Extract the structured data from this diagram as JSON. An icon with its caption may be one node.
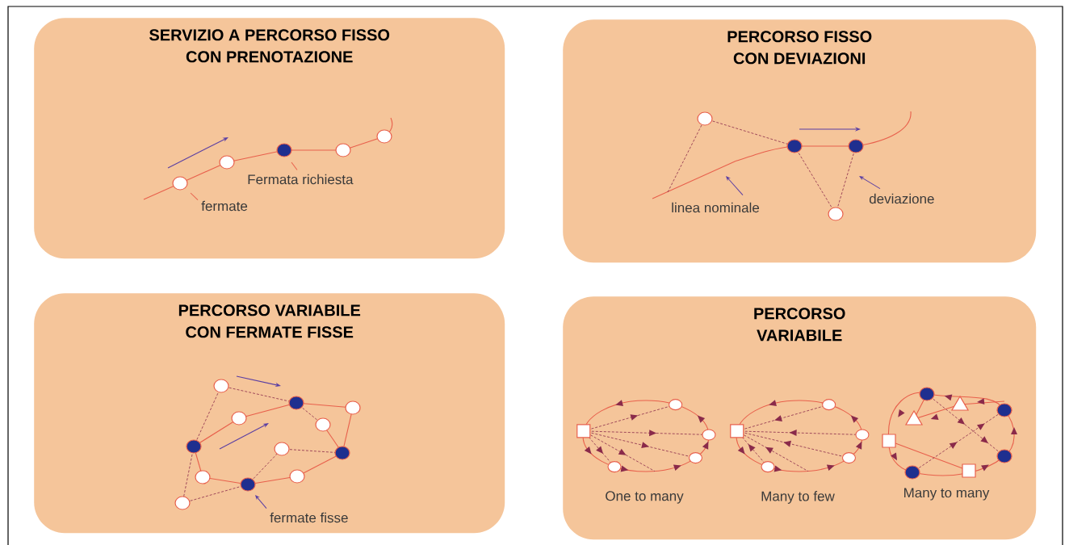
{
  "diagram": {
    "nodes": [
      {
        "text": [
          "SERVIZIO A PERCORSO FISSO CON PRENOTAZIONE"
        ]
      },
      {
        "text": [
          "fermate"
        ],
        "in": 0
      },
      {
        "text": [
          "Fermata richiesta"
        ],
        "in": 0
      },
      {
        "text": [
          "PERCORSO FISSO CON DEVIAZIONI"
        ]
      },
      {
        "text": [
          "linea nominale"
        ],
        "in": 3
      },
      {
        "text": [
          "deviazione"
        ],
        "in": 3
      },
      {
        "text": [
          "PERCORSO VARIABILE CON FERMATE FISSE"
        ]
      },
      {
        "text": [
          "fermate fisse"
        ],
        "in": 6
      },
      {
        "text": [
          "PERCORSO VARIABILE"
        ]
      },
      {
        "text": [
          "One to many"
        ],
        "in": 8
      },
      {
        "text": [
          "Many to few"
        ],
        "in": 8
      },
      {
        "text": [
          "Many to many"
        ],
        "in": 8
      }
    ],
    "edges": [
      {
        "from": 1,
        "to": null,
        "arrow": "none",
        "color": "#e8604c"
      },
      {
        "from": 2,
        "to": null,
        "arrow": "none",
        "color": "#e8604c"
      },
      {
        "from": 4,
        "to": null,
        "arrow": "to"
      },
      {
        "from": 5,
        "to": null,
        "arrow": "to"
      },
      {
        "from": 7,
        "to": null,
        "arrow": "to"
      }
    ]
  }
}
